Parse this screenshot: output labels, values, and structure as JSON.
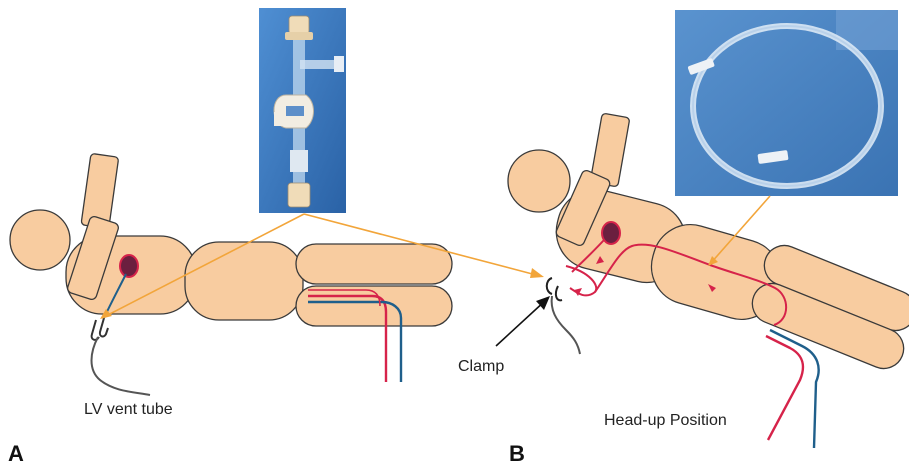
{
  "panels": {
    "a": "A",
    "b": "B"
  },
  "labels": {
    "lv_vent_tube": "LV vent tube",
    "clamp": "Clamp",
    "head_up_position": "Head-up Position"
  },
  "colors": {
    "skin": "#f8ccA0",
    "outline": "#3a3a3a",
    "arterial": "#d6234a",
    "venous": "#1f5f8b",
    "pointer": "#f2a53a",
    "photo_bg": "#3d7cc3",
    "heart": "#6b1f3f"
  }
}
